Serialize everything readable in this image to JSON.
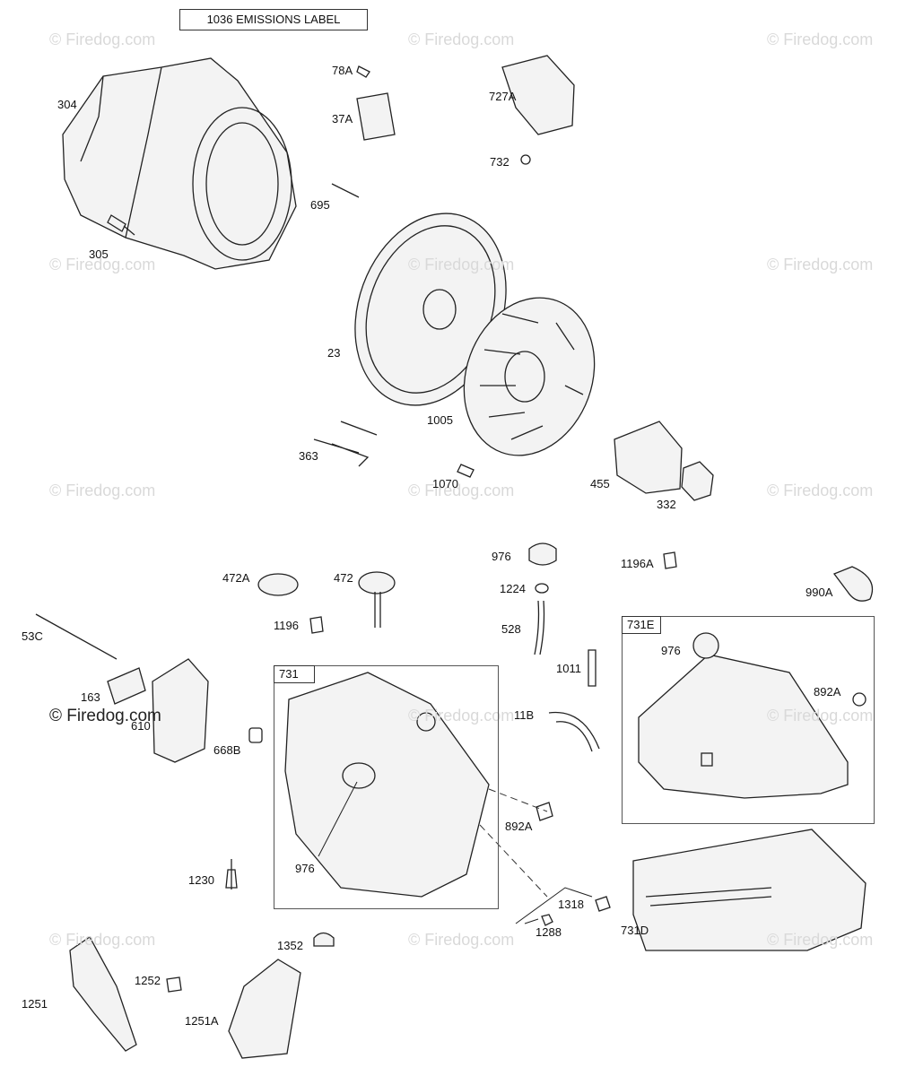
{
  "title_label": "1036 EMISSIONS LABEL",
  "watermark": "© Firedog.com",
  "labels": {
    "p304": "304",
    "p305": "305",
    "p78A": "78A",
    "p37A": "37A",
    "p727A": "727A",
    "p732": "732",
    "p695": "695",
    "p23": "23",
    "p1005": "1005",
    "p363": "363",
    "p1070": "1070",
    "p455": "455",
    "p332": "332",
    "p976a": "976",
    "p1224": "1224",
    "p528": "528",
    "p1196A": "1196A",
    "p990A": "990A",
    "p472A": "472A",
    "p472": "472",
    "p1196": "1196",
    "p53C": "53C",
    "p163": "163",
    "p610": "610",
    "p668B": "668B",
    "p1011": "1011",
    "p11B": "11B",
    "p976b": "976",
    "p892A": "892A",
    "p976c": "976",
    "p892Ab": "892A",
    "p1230": "1230",
    "p1318": "1318",
    "p1288": "1288",
    "p731D": "731D",
    "p1352": "1352",
    "p1252": "1252",
    "p1251": "1251",
    "p1251A": "1251A"
  },
  "boxes": {
    "box731": "731",
    "box731E": "731E"
  }
}
